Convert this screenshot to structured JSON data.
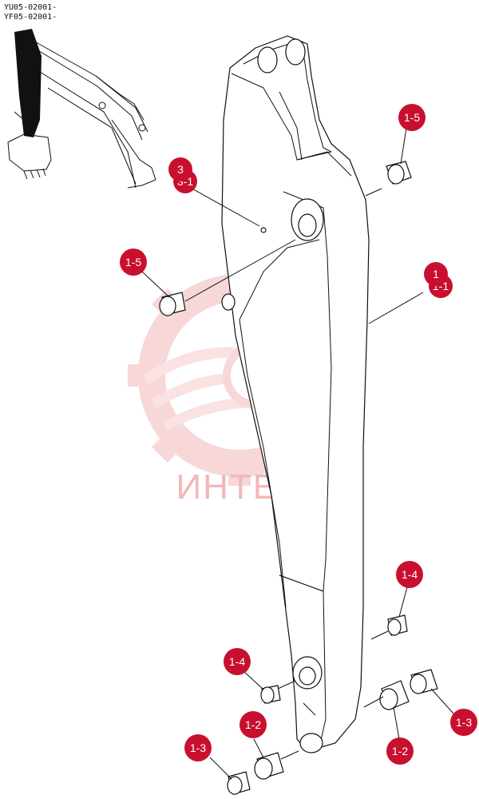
{
  "serials": [
    "YU05-02001-",
    "YF05-02001-"
  ],
  "watermark": {
    "text": "ИНТЕХ",
    "color": "#f2b7b7"
  },
  "callout_color": "#c8102e",
  "callouts": {
    "c_3": "3",
    "c_3_1": "3-1",
    "c_1": "1",
    "c_1_1": "1-1",
    "c_1_5_top": "1-5",
    "c_1_5_left": "1-5",
    "c_1_4_right": "1-4",
    "c_1_4_left": "1-4",
    "c_1_2_left": "1-2",
    "c_1_2_right": "1-2",
    "c_1_3_left": "1-3",
    "c_1_3_right": "1-3"
  }
}
